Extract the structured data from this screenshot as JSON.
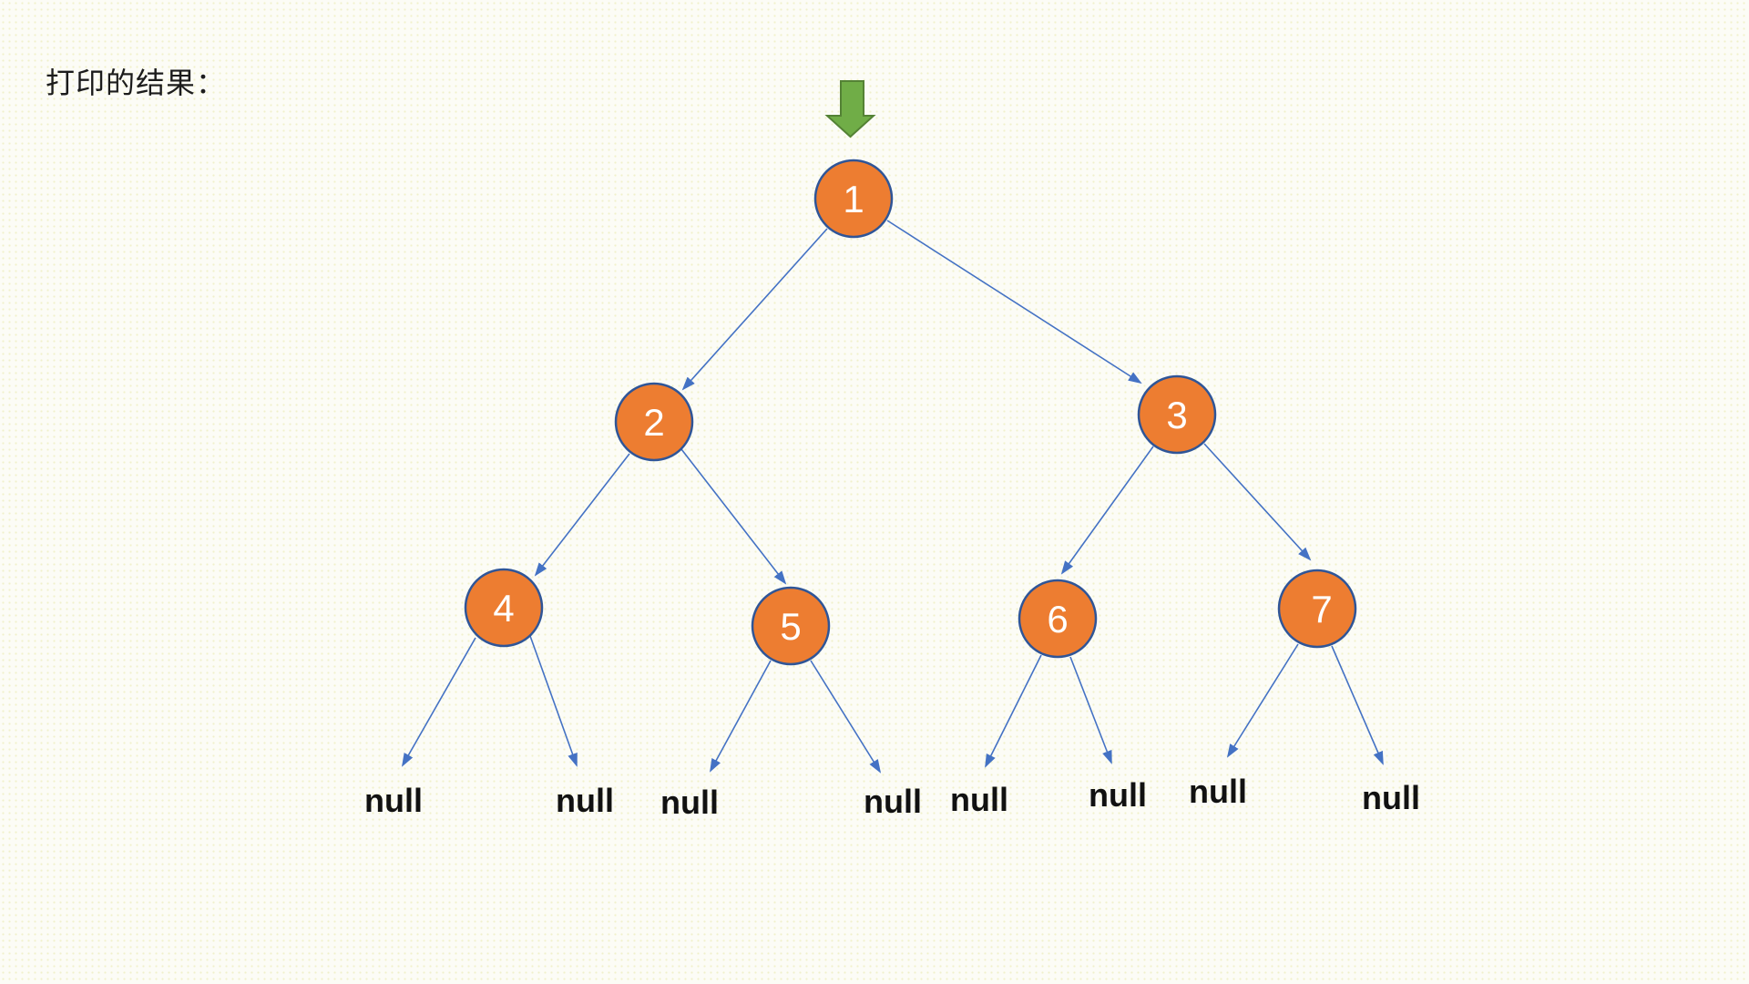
{
  "caption": {
    "text": "打印的结果："
  },
  "diagram": {
    "type": "binary-tree",
    "pointer_icon": "green-down-arrow",
    "nodes": [
      {
        "label": "1"
      },
      {
        "label": "2"
      },
      {
        "label": "3"
      },
      {
        "label": "4"
      },
      {
        "label": "5"
      },
      {
        "label": "6"
      },
      {
        "label": "7"
      }
    ],
    "edges": [
      "1->2",
      "1->3",
      "2->4",
      "2->5",
      "3->6",
      "3->7",
      "4->null",
      "4->null",
      "5->null",
      "5->null",
      "6->null",
      "6->null",
      "7->null",
      "7->null"
    ],
    "null_labels": [
      "null",
      "null",
      "null",
      "null",
      "null",
      "null",
      "null",
      "null"
    ]
  },
  "colors": {
    "background": "#FCFCF6",
    "node_fill": "#ED7D31",
    "node_border": "#2F5597",
    "edge": "#4472C4",
    "pointer_fill": "#70AD47",
    "pointer_border": "#548235",
    "node_text": "#FFFFFF",
    "null_text": "#111111"
  }
}
